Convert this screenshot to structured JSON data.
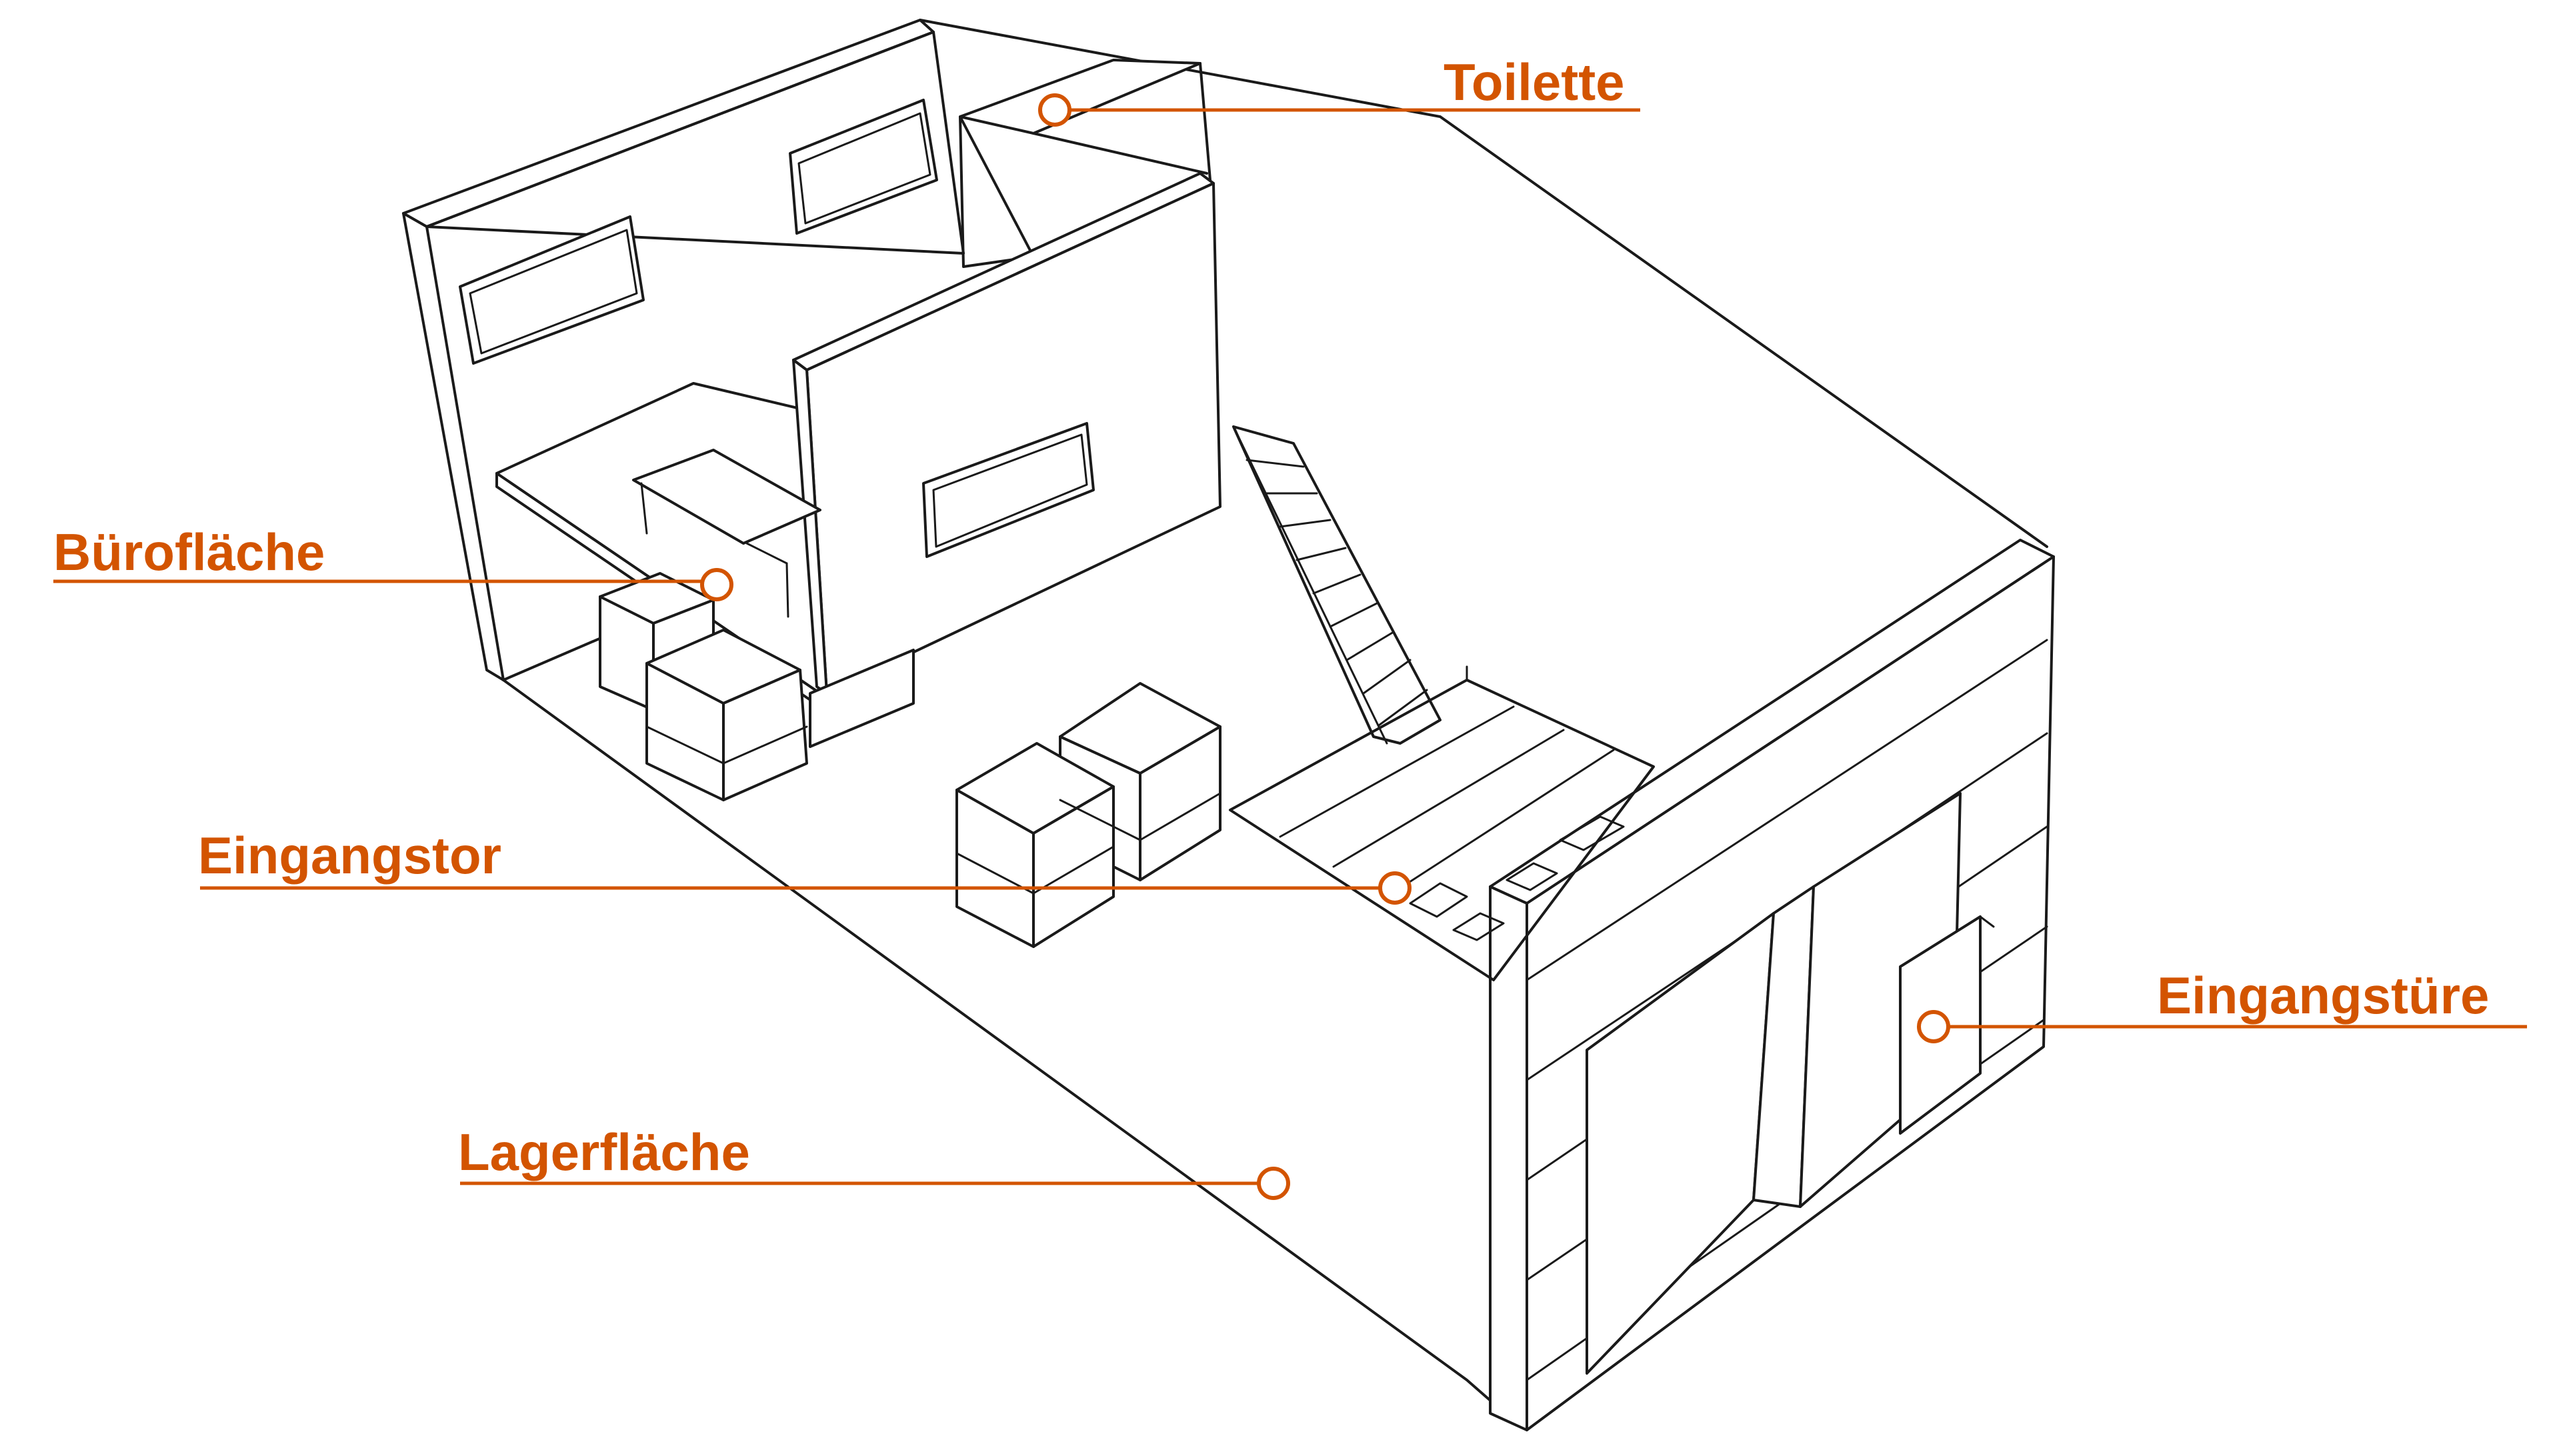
{
  "accent_color": "#d35400",
  "labels": {
    "toilette": "Toilette",
    "buerofläche": "Bürofläche",
    "eingangstor": "Eingangstor",
    "eingangstuere": "Eingangstüre",
    "lagerflaeche": "Lagerfläche"
  }
}
